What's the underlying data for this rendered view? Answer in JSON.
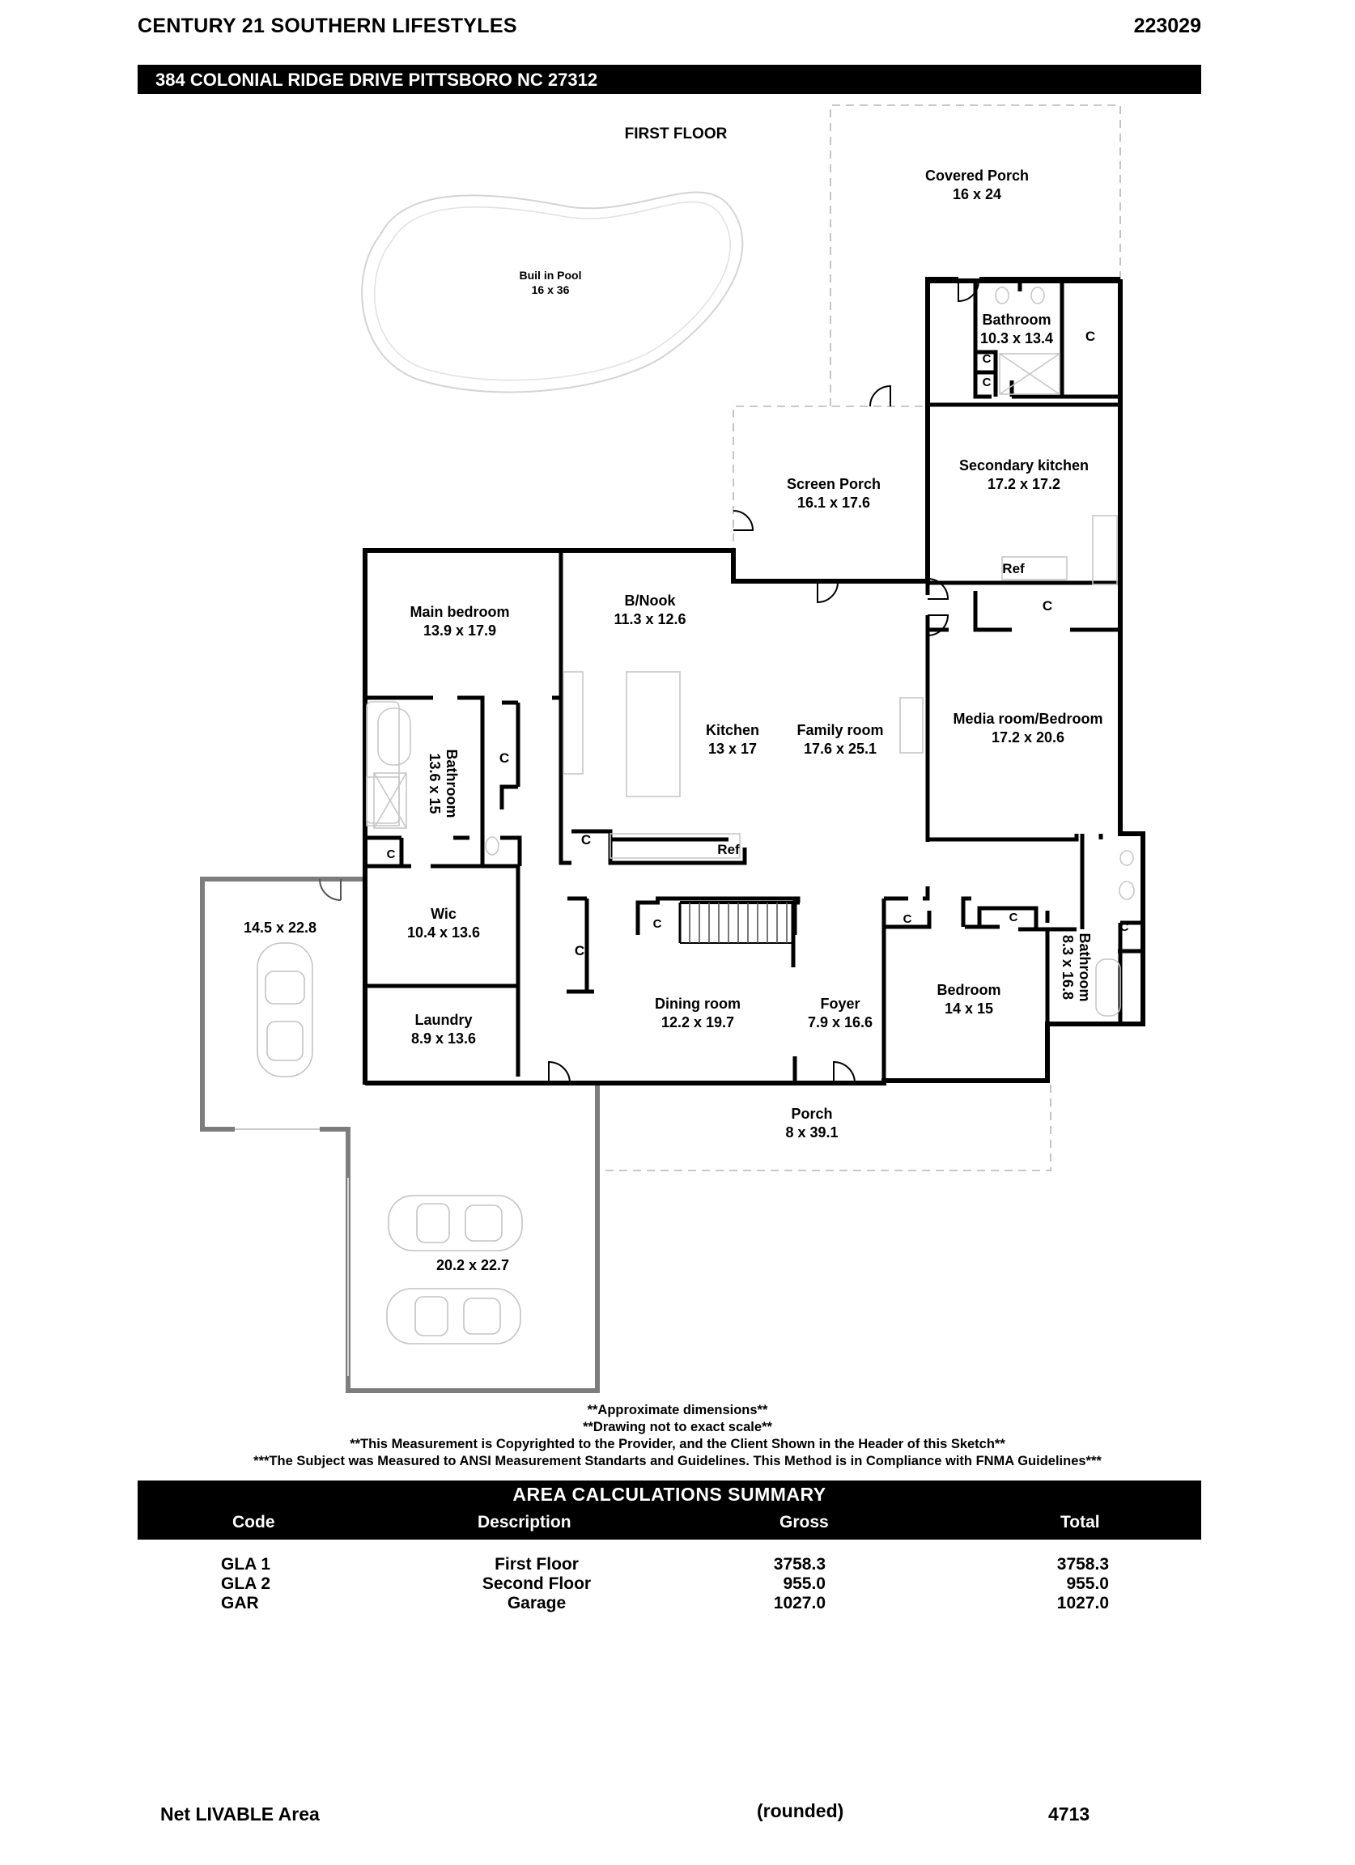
{
  "header": {
    "company": "CENTURY 21 SOUTHERN LIFESTYLES",
    "sketch_id": "223029",
    "address": "384 COLONIAL RIDGE DRIVE PITTSBORO NC 27312"
  },
  "plan": {
    "floor_title": "FIRST FLOOR",
    "pool": {
      "name": "Buil in Pool",
      "size": "16 x 36"
    },
    "covered_porch": {
      "name": "Covered Porch",
      "size": "16 x 24"
    },
    "bathroom_ne": {
      "name": "Bathroom",
      "size": "10.3 x 13.4"
    },
    "screen_porch": {
      "name": "Screen Porch",
      "size": "16.1 x 17.6"
    },
    "secondary_kitchen": {
      "name": "Secondary kitchen",
      "size": "17.2 x 17.2"
    },
    "main_bedroom": {
      "name": "Main bedroom",
      "size": "13.9 x 17.9"
    },
    "nook": {
      "name": "B/Nook",
      "size": "11.3 x 12.6"
    },
    "kitchen": {
      "name": "Kitchen",
      "size": "13 x 17"
    },
    "family_room": {
      "name": "Family room",
      "size": "17.6 x 25.1"
    },
    "media_room": {
      "name": "Media room/Bedroom",
      "size": "17.2 x 20.6"
    },
    "main_bath": {
      "name": "Bathroom",
      "size": "13.6 x 15"
    },
    "wic": {
      "name": "Wic",
      "size": "10.4 x 13.6"
    },
    "laundry": {
      "name": "Laundry",
      "size": "8.9 x 13.6"
    },
    "dining": {
      "name": "Dining room",
      "size": "12.2 x 19.7"
    },
    "foyer": {
      "name": "Foyer",
      "size": "7.9 x 16.6"
    },
    "bedroom": {
      "name": "Bedroom",
      "size": "14 x 15"
    },
    "bath_e": {
      "name": "Bathroom",
      "size": "8.3 x 16.8"
    },
    "porch": {
      "name": "Porch",
      "size": "8 x 39.1"
    },
    "garage_single": {
      "size": "14.5 x 22.8"
    },
    "garage_double": {
      "size": "20.2 x 22.7"
    },
    "closet": "C",
    "ref": "Ref"
  },
  "notes": [
    "**Approximate dimensions**",
    "**Drawing not to exact scale**",
    "**This Measurement is Copyrighted to the Provider, and the Client Shown in the Header of this Sketch**",
    "***The Subject was Measured to ANSI Measurement Standarts and Guidelines. This Method is in Compliance with FNMA Guidelines***"
  ],
  "summary": {
    "title": "AREA CALCULATIONS SUMMARY",
    "columns": {
      "code": "Code",
      "description": "Description",
      "gross": "Gross",
      "total": "Total"
    },
    "rows": [
      {
        "code": "GLA 1",
        "description": "First Floor",
        "gross": "3758.3",
        "total": "3758.3"
      },
      {
        "code": "GLA 2",
        "description": "Second Floor",
        "gross": "955.0",
        "total": "955.0"
      },
      {
        "code": "GAR",
        "description": "Garage",
        "gross": "1027.0",
        "total": "1027.0"
      }
    ]
  },
  "net": {
    "label": "Net LIVABLE Area",
    "rounded": "(rounded)",
    "value": "4713"
  }
}
